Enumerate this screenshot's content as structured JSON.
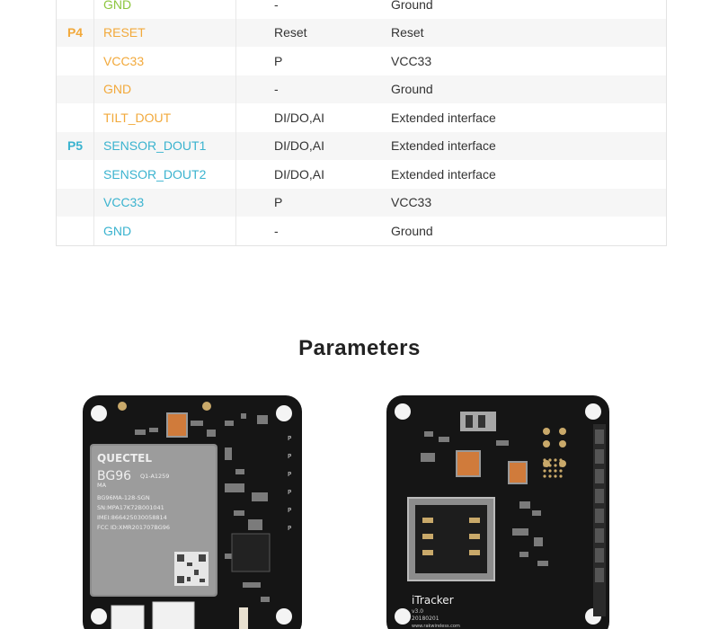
{
  "pin_table": {
    "rows": [
      {
        "port": "",
        "name": "GND",
        "type": "-",
        "desc": "Ground",
        "color": "#8dc63f"
      },
      {
        "port": "P4",
        "name": "RESET",
        "type": "Reset",
        "desc": "Reset",
        "color": "#f2a93b"
      },
      {
        "port": "",
        "name": "VCC33",
        "type": "P",
        "desc": "VCC33",
        "color": "#f2a93b"
      },
      {
        "port": "",
        "name": "GND",
        "type": "-",
        "desc": "Ground",
        "color": "#f2a93b"
      },
      {
        "port": "",
        "name": "TILT_DOUT",
        "type": "DI/DO,AI",
        "desc": "Extended interface",
        "color": "#f2a93b"
      },
      {
        "port": "P5",
        "name": "SENSOR_DOUT1",
        "type": "DI/DO,AI",
        "desc": "Extended interface",
        "color": "#3ab3cf"
      },
      {
        "port": "",
        "name": "SENSOR_DOUT2",
        "type": "DI/DO,AI",
        "desc": "Extended interface",
        "color": "#3ab3cf"
      },
      {
        "port": "",
        "name": "VCC33",
        "type": "P",
        "desc": "VCC33",
        "color": "#3ab3cf"
      },
      {
        "port": "",
        "name": "GND",
        "type": "-",
        "desc": "Ground",
        "color": "#3ab3cf"
      }
    ],
    "port_colors": {
      "P4": "#f2a93b",
      "P5": "#3ab3cf"
    }
  },
  "section_title": "Parameters",
  "front_board": {
    "module_brand": "QUECTEL",
    "module_model": "BG96",
    "module_lines": [
      "Q1-A1259",
      "MA",
      "BG96MA-128-SGN",
      "SN:MPA17K72B001041",
      "IMEI:866425030058814",
      "FCC ID:XMR201707BG96"
    ]
  },
  "back_board": {
    "name": "iTracker",
    "version": "v3.0",
    "date": "20180201",
    "url": "www.rakwireless.com"
  }
}
